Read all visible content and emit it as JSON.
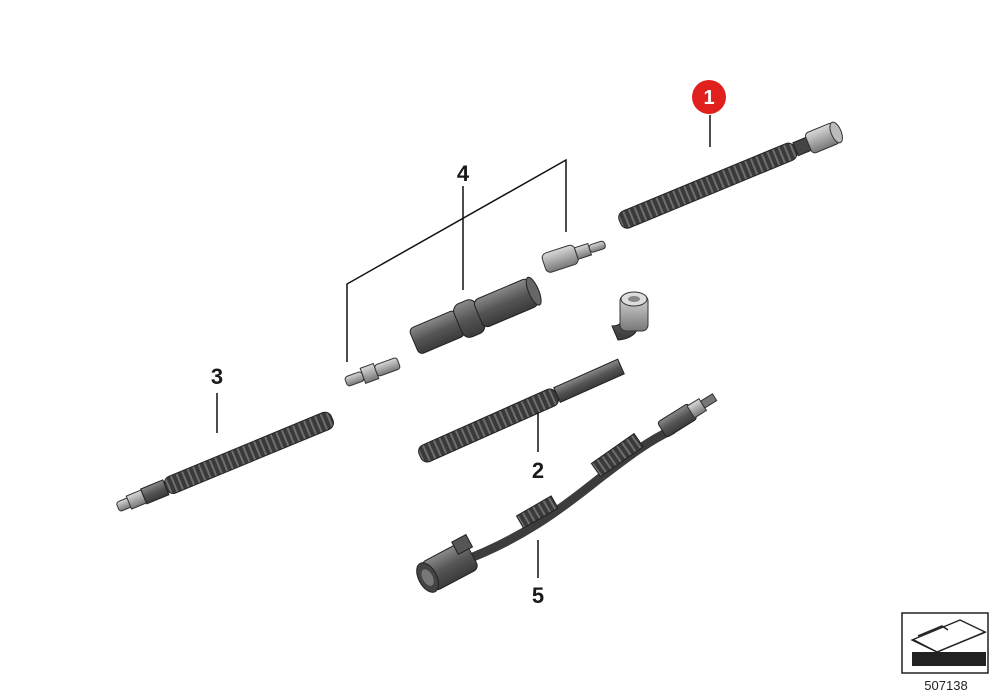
{
  "diagram": {
    "callouts": [
      {
        "id": "1",
        "label": "1",
        "highlighted": true
      },
      {
        "id": "2",
        "label": "2",
        "highlighted": false
      },
      {
        "id": "3",
        "label": "3",
        "highlighted": false
      },
      {
        "id": "4",
        "label": "4",
        "highlighted": false
      },
      {
        "id": "5",
        "label": "5",
        "highlighted": false
      }
    ],
    "reference_number": "507138",
    "highlight_color": "#e0201c",
    "part_color": "#4a4a4a"
  }
}
